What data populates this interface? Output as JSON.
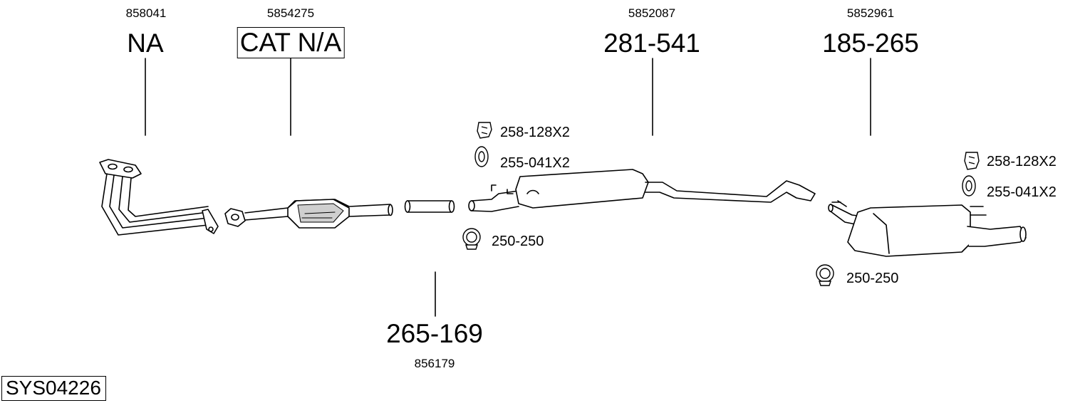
{
  "diagram": {
    "system_code": "SYS04226",
    "parts": [
      {
        "oem": "858041",
        "part_no": "NA",
        "boxed": false
      },
      {
        "oem": "5854275",
        "part_no": "CAT N/A",
        "boxed": true
      },
      {
        "oem": "5852087",
        "part_no": "281-541",
        "boxed": false
      },
      {
        "oem": "5852961",
        "part_no": "185-265",
        "boxed": false
      },
      {
        "oem": "856179",
        "part_no": "265-169",
        "boxed": false
      }
    ],
    "accessories": {
      "front_rubber_mount": "258-128X2",
      "front_hanger_ring": "255-041X2",
      "front_clamp": "250-250",
      "rear_rubber_mount": "258-128X2",
      "rear_hanger_ring": "255-041X2",
      "rear_clamp": "250-250"
    },
    "colors": {
      "line": "#000000",
      "part_fill": "#ffffff",
      "shading": "#cfcfcf"
    }
  }
}
